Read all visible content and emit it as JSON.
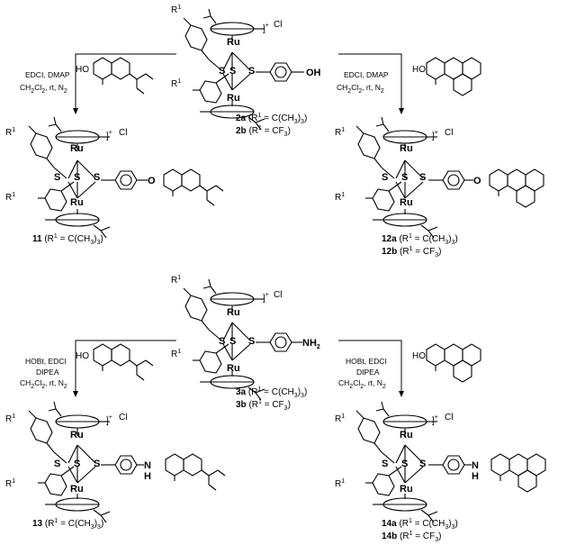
{
  "counterion": "Cl",
  "charge": "+",
  "atoms": {
    "ru": "Ru",
    "s": "S",
    "r1": "R",
    "r1_sup": "1",
    "oh": "OH",
    "nh2": "NH",
    "nh2_sub": "2",
    "nh": "H",
    "n": "N",
    "ho": "HO",
    "o": "O"
  },
  "top_scheme": {
    "start_labels": [
      {
        "id": "2a",
        "sub": "(R",
        "sup": "1",
        "rest": " = C(CH",
        "sub2": "3",
        "rest2": ")",
        "sub3": "3",
        "end": ")"
      },
      {
        "id": "2b",
        "sub": "(R",
        "sup": "1",
        "rest": " = CF",
        "sub2": "3",
        "end": ")"
      }
    ],
    "left_conditions": [
      "EDCI, DMAP",
      "CH",
      "2",
      "Cl",
      "2",
      ", rt, N",
      "2"
    ],
    "right_conditions": [
      "EDCI, DMAP",
      "CH",
      "2",
      "Cl",
      "2",
      ", rt, N",
      "2"
    ],
    "product_left": {
      "id": "11",
      "text": "(R",
      "sup": "1",
      "rest": " = C(CH",
      "sub2": "3",
      "rest2": ")",
      "sub3": "3",
      "end": ")"
    },
    "product_right": [
      {
        "id": "12a",
        "text": "(R",
        "sup": "1",
        "rest": " = C(CH",
        "sub2": "3",
        "rest2": ")",
        "sub3": "3",
        "end": ")"
      },
      {
        "id": "12b",
        "text": "(R",
        "sup": "1",
        "rest": " = CF",
        "sub2": "3",
        "end": ")"
      }
    ]
  },
  "bottom_scheme": {
    "start_labels": [
      {
        "id": "3a",
        "sub": "(R",
        "sup": "1",
        "rest": " = C(CH",
        "sub2": "3",
        "rest2": ")",
        "sub3": "3",
        "end": ")"
      },
      {
        "id": "3b",
        "sub": "(R",
        "sup": "1",
        "rest": " = CF",
        "sub2": "3",
        "end": ")"
      }
    ],
    "left_conditions": [
      "HOBt, EDCI",
      "DIPEA",
      "CH",
      "2",
      "Cl",
      "2",
      ", rt, N",
      "2"
    ],
    "right_conditions": [
      "HOBt, EDCI",
      "DIPEA",
      "CH",
      "2",
      "Cl",
      "2",
      ", rt, N",
      "2"
    ],
    "product_left": {
      "id": "13",
      "text": "(R",
      "sup": "1",
      "rest": " = C(CH",
      "sub2": "3",
      "rest2": ")",
      "sub3": "3",
      "end": ")"
    },
    "product_right": [
      {
        "id": "14a",
        "text": "(R",
        "sup": "1",
        "rest": " = C(CH",
        "sub2": "3",
        "rest2": ")",
        "sub3": "3",
        "end": ")"
      },
      {
        "id": "14b",
        "text": "(R",
        "sup": "1",
        "rest": " = CF",
        "sub2": "3",
        "end": ")"
      }
    ]
  }
}
